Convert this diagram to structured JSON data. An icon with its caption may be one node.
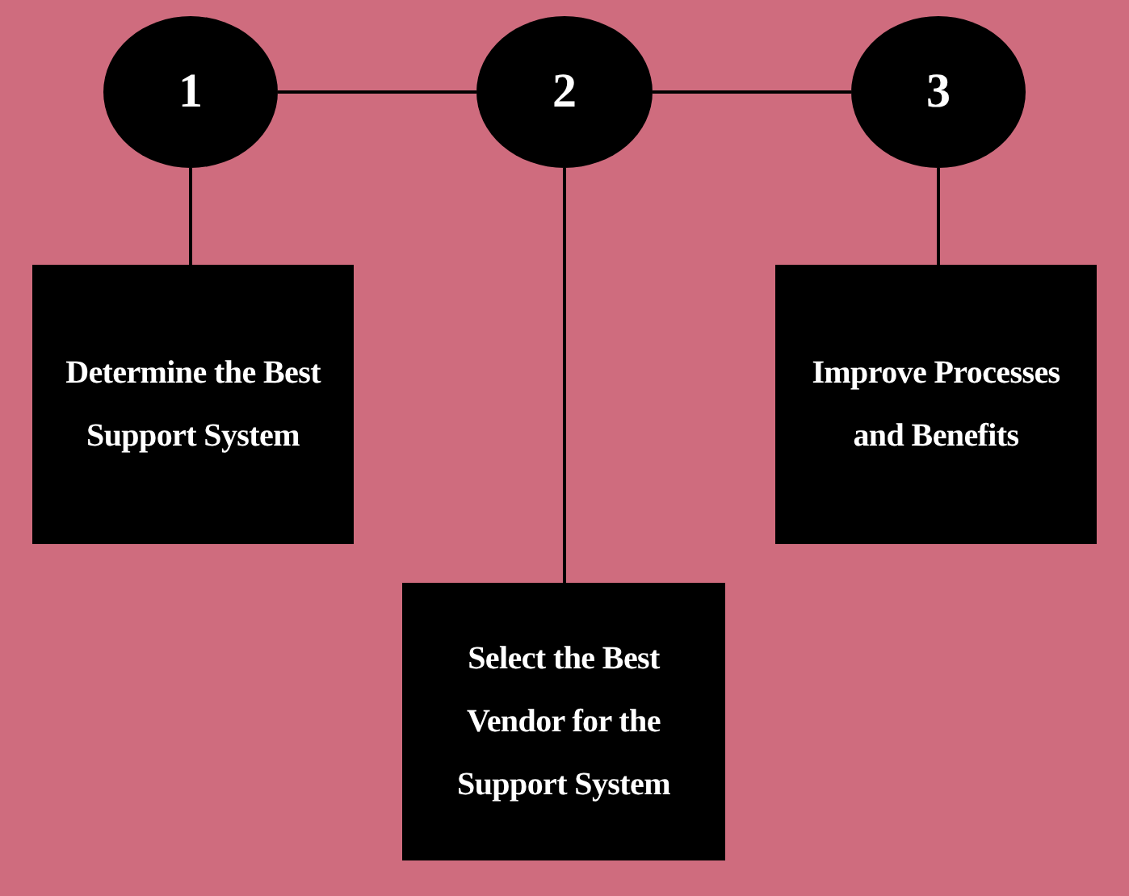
{
  "diagram": {
    "nodes": [
      {
        "text": [
          "1"
        ]
      },
      {
        "text": [
          "2"
        ]
      },
      {
        "text": [
          "3"
        ]
      },
      {
        "text": [
          "Determine the Best Support System"
        ]
      },
      {
        "text": [
          "Select the Best Vendor for the Support System"
        ]
      },
      {
        "text": [
          "Improve Processes and Benefits"
        ]
      }
    ],
    "edges": [
      {
        "from": 0,
        "to": 1,
        "arrow": "none"
      },
      {
        "from": 1,
        "to": 2,
        "arrow": "none"
      },
      {
        "from": 0,
        "to": 3,
        "arrow": "none"
      },
      {
        "from": 1,
        "to": 4,
        "arrow": "none"
      },
      {
        "from": 2,
        "to": 5,
        "arrow": "none"
      }
    ]
  }
}
